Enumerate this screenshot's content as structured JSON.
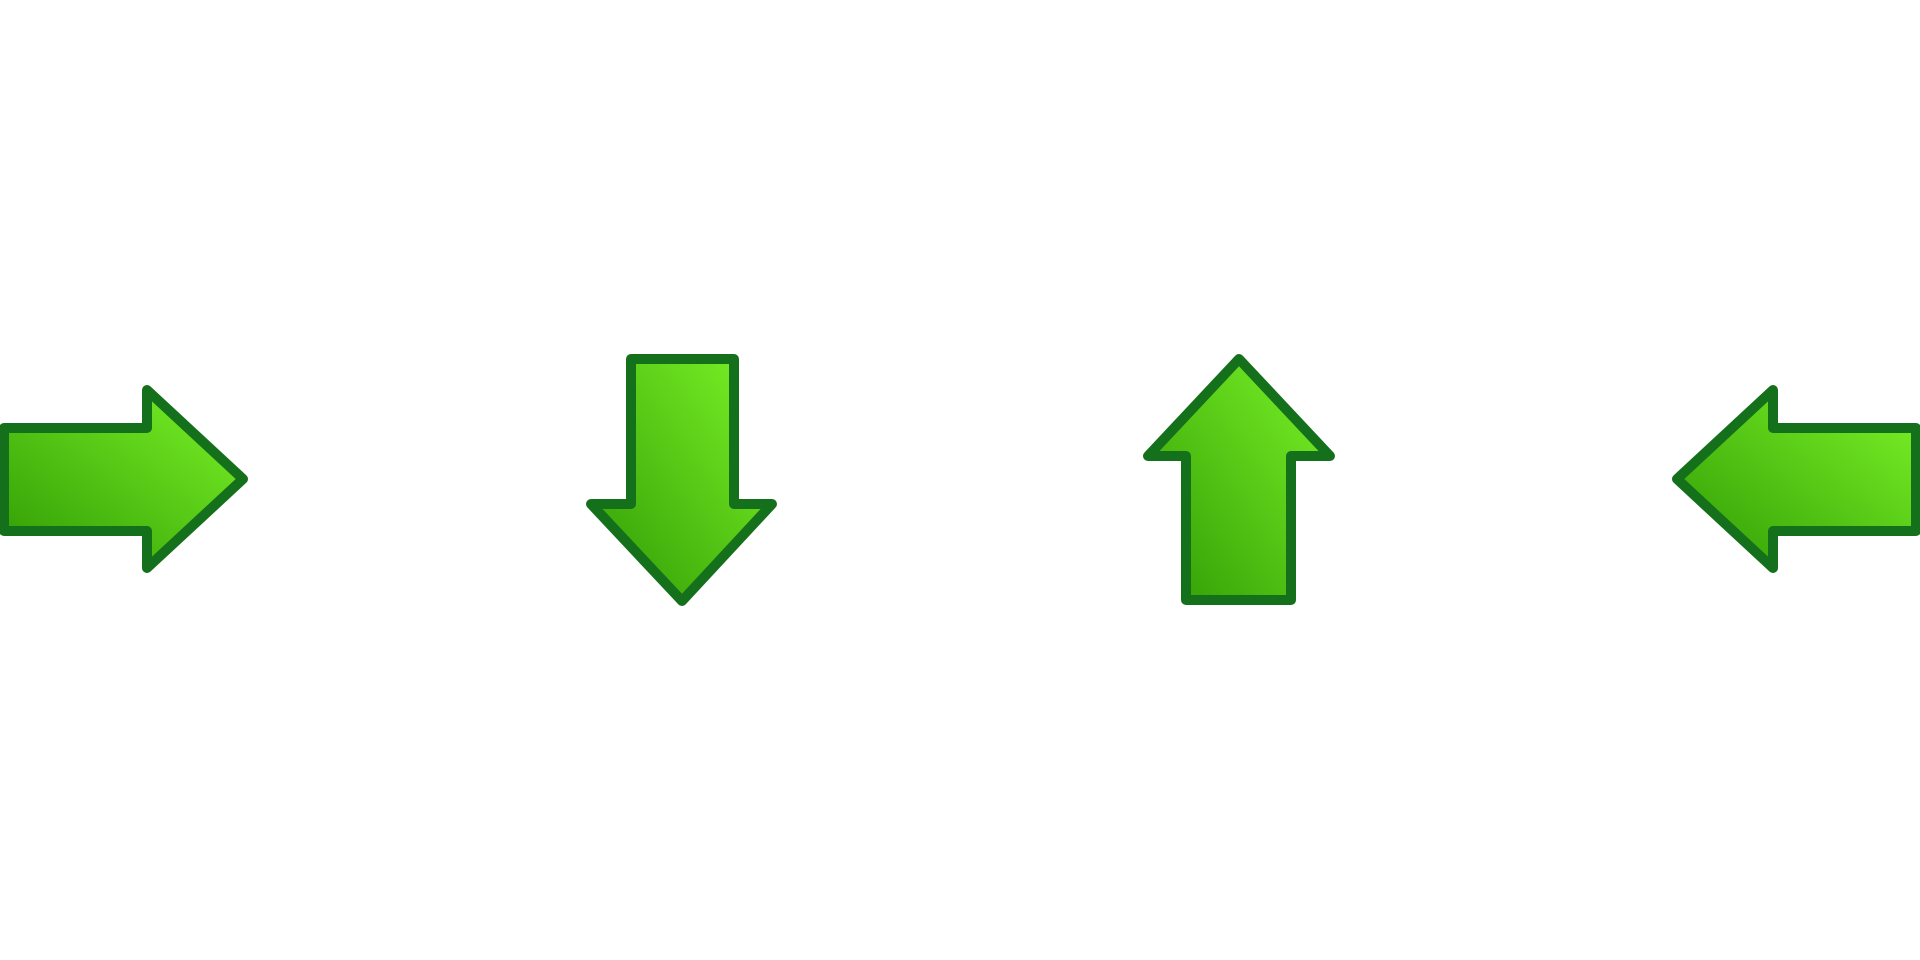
{
  "arrows": [
    {
      "direction": "right",
      "icon": "arrow-right-icon"
    },
    {
      "direction": "down",
      "icon": "arrow-down-icon"
    },
    {
      "direction": "up",
      "icon": "arrow-up-icon"
    },
    {
      "direction": "left",
      "icon": "arrow-left-icon"
    }
  ],
  "colors": {
    "background": "#ffffff",
    "outline": "#15701c",
    "fill_light": "#7cf427",
    "fill_dark": "#2f9a04"
  }
}
